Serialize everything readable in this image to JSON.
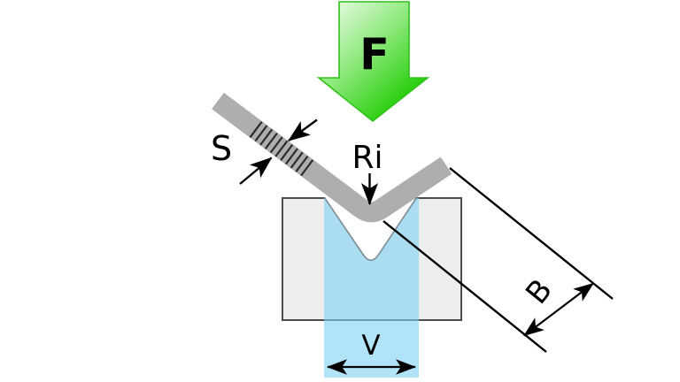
{
  "diagram": {
    "labels": {
      "force": "F",
      "sheet_thickness": "S",
      "inner_radius": "Ri",
      "die_opening": "V",
      "flange_length": "B"
    },
    "colors": {
      "force_arrow_green_dark": "#1fcc03",
      "force_arrow_green_mid": "#8fe97d",
      "force_arrow_green_light": "#f6fef4",
      "force_arrow_border": "#2ec21a",
      "sheet_gray": "#aeaeae",
      "hatch_dark": "#2b2b2b",
      "die_fill": "#ededed",
      "die_border": "#4d4d4d",
      "opening_band_blue": "#7dd0f5",
      "notch_outline": "#7d8c92",
      "dimension_black": "#000000",
      "background": "#ffffff"
    }
  }
}
